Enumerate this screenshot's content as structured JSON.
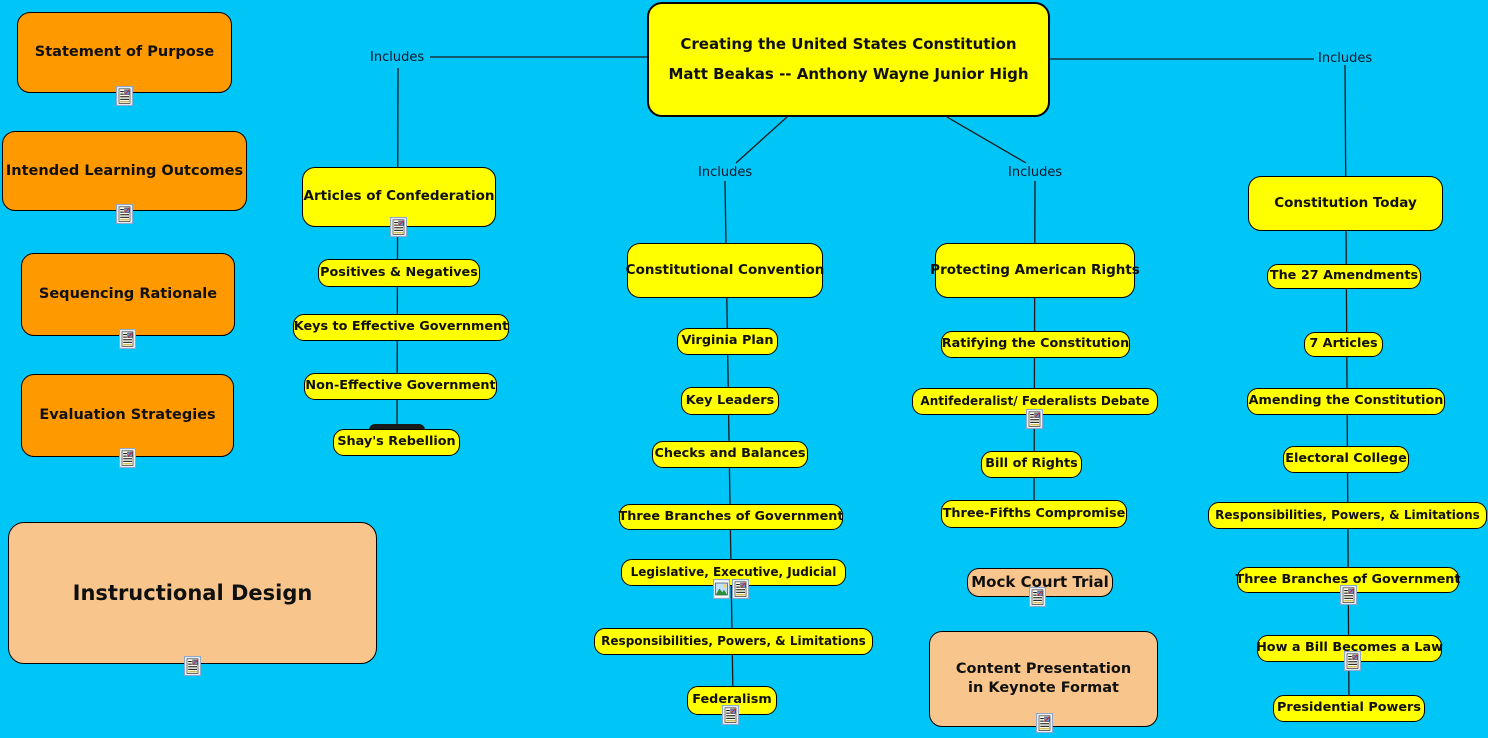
{
  "colors": {
    "background": "#00C6F8",
    "node_yellow": "#FFFF00",
    "node_orange": "#FF9900",
    "node_peach": "#F8C68C",
    "border": "#000000",
    "connector": "#1a1a1a"
  },
  "title": {
    "line1": "Creating the United States Constitution",
    "line2": "Matt Beakas -- Anthony Wayne Junior High"
  },
  "sidebar": {
    "items": [
      "Statement of Purpose",
      "Intended Learning Outcomes",
      "Sequencing Rationale",
      "Evaluation Strategies"
    ],
    "footer": "Instructional Design"
  },
  "branches": [
    {
      "link_label": "Includes",
      "head": "Articles of Confederation",
      "children": [
        "Positives & Negatives",
        "Keys to Effective Government",
        "Non-Effective Government",
        "Shay's Rebellion"
      ]
    },
    {
      "link_label": "Includes",
      "head": "Constitutional Convention",
      "children": [
        "Virginia Plan",
        "Key Leaders",
        "Checks and Balances",
        "Three Branches of Government",
        "Legislative, Executive, Judicial",
        "Responsibilities, Powers, & Limitations",
        "Federalism"
      ]
    },
    {
      "link_label": "Includes",
      "head": "Protecting American Rights",
      "children": [
        "Ratifying the Constitution",
        "Antifederalist/ Federalists Debate",
        "Bill of Rights",
        "Three-Fifths Compromise"
      ],
      "standalone": [
        {
          "label": "Mock Court Trial"
        },
        {
          "line1": "Content Presentation",
          "line2": "in Keynote Format"
        }
      ]
    },
    {
      "link_label": "Includes",
      "head": "Constitution Today",
      "children": [
        "The 27 Amendments",
        "7 Articles",
        "Amending the Constitution",
        "Electoral College",
        "Responsibilities, Powers, & Limitations",
        "Three Branches of Government",
        "How a Bill Becomes a Law",
        "Presidential Powers"
      ]
    }
  ],
  "icons": {
    "document": "document-icon",
    "picture": "picture-icon"
  }
}
